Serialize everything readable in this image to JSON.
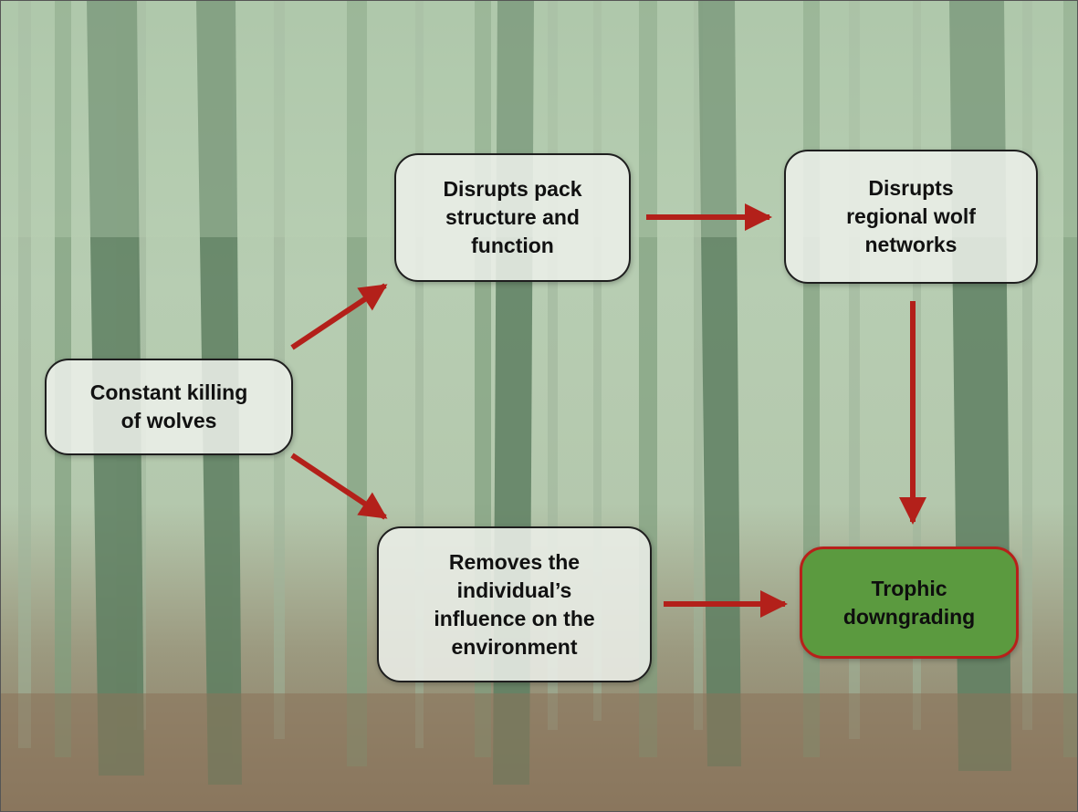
{
  "diagram": {
    "nodes": [
      {
        "id": "killing",
        "label": "Constant killing\nof wolves",
        "style": "default"
      },
      {
        "id": "pack",
        "label": "Disrupts pack\nstructure and\nfunction",
        "style": "default"
      },
      {
        "id": "regional",
        "label": "Disrupts\nregional wolf\nnetworks",
        "style": "default"
      },
      {
        "id": "removes",
        "label": "Removes the\nindividual’s\ninfluence on the\nenvironment",
        "style": "default"
      },
      {
        "id": "trophic",
        "label": "Trophic\ndowngrading",
        "style": "highlight"
      }
    ],
    "edges": [
      {
        "from": "killing",
        "to": "pack"
      },
      {
        "from": "killing",
        "to": "removes"
      },
      {
        "from": "pack",
        "to": "regional"
      },
      {
        "from": "regional",
        "to": "trophic"
      },
      {
        "from": "removes",
        "to": "trophic"
      }
    ],
    "colors": {
      "arrow": "#b3201a",
      "highlight_fill": "#5b9a3f",
      "highlight_border": "#b8201a",
      "box_fill": "#eef1ec"
    }
  }
}
